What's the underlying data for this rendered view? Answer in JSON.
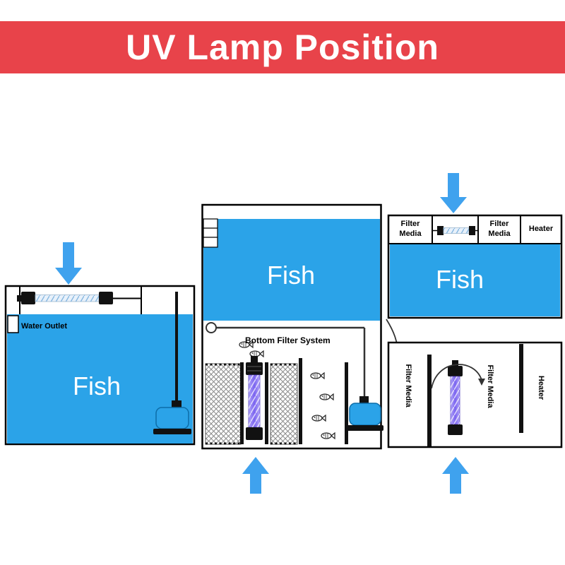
{
  "header": {
    "title": "UV Lamp Position",
    "bg_color": "#e8434a",
    "text_color": "#ffffff"
  },
  "colors": {
    "water_blue": "#2ba3e8",
    "arrow_blue": "#3fa2ee",
    "uv_lamp_purple": "#7a63ef",
    "outline_black": "#000000"
  },
  "icons": {
    "flow_arrow_down": "solid-blue-down-arrow",
    "flow_arrow_up": "solid-blue-up-arrow",
    "uv_lamp": "uv-lamp-tube-with-black-end-caps",
    "water_pump": "blue-submersible-pump",
    "fish_bone": "fish-skeleton-glyph",
    "filter_mesh": "crosshatch-net-panel"
  },
  "diagram_left": {
    "water_outlet_label": "Water Outlet",
    "tank_label": "Fish"
  },
  "diagram_middle": {
    "tank_label": "Fish",
    "bottom_filter_label": "Bottom Filter System"
  },
  "diagram_right_top": {
    "compartment_1": "Filter Media",
    "compartment_3": "Filter Media",
    "compartment_4": "Heater",
    "tank_label": "Fish"
  },
  "diagram_right_bottom": {
    "chamber_left": "Filter Media",
    "chamber_right": "Filter Media",
    "chamber_heater": "Heater"
  }
}
